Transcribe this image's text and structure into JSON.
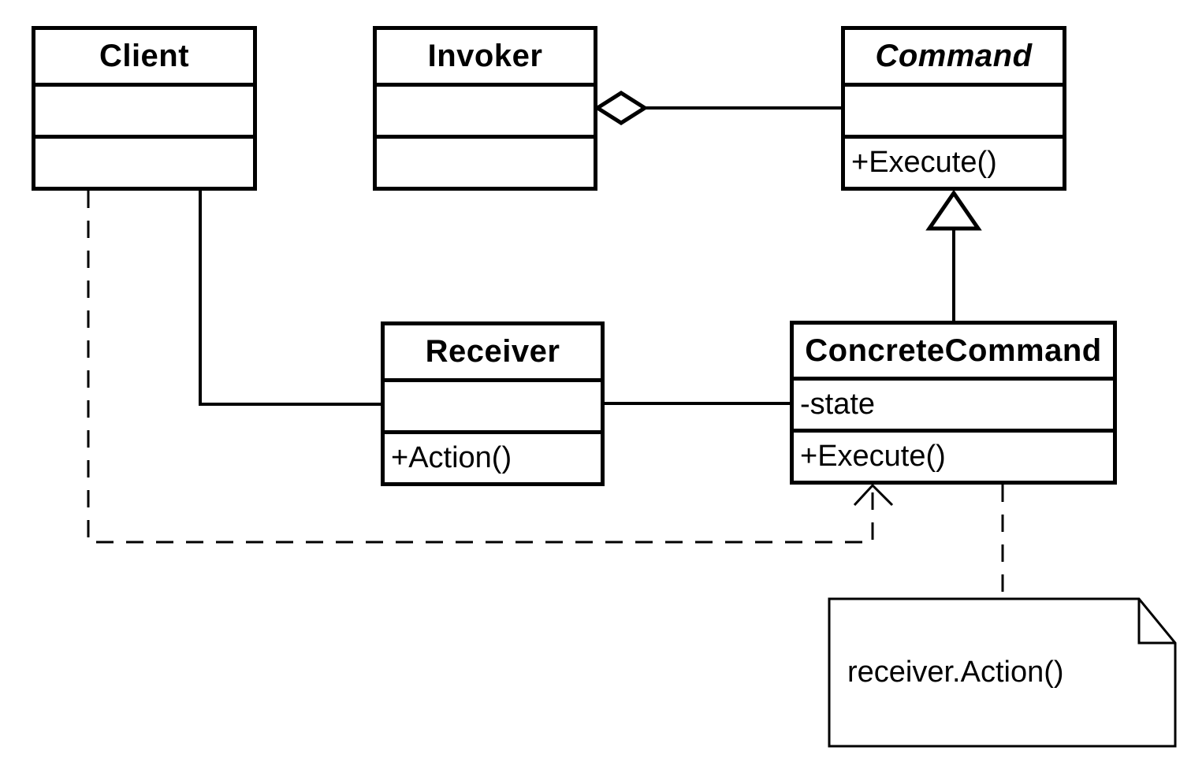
{
  "classes": {
    "client": {
      "name": "Client",
      "attributes": "",
      "operations": ""
    },
    "invoker": {
      "name": "Invoker",
      "attributes": "",
      "operations": ""
    },
    "command": {
      "name": "Command",
      "abstract": true,
      "attributes": "",
      "operations": "+Execute()"
    },
    "receiver": {
      "name": "Receiver",
      "attributes": "",
      "operations": "+Action()"
    },
    "concrete_command": {
      "name": "ConcreteCommand",
      "attributes": "-state",
      "operations": "+Execute()"
    }
  },
  "note": {
    "text": "receiver.Action()"
  },
  "relationships": [
    {
      "type": "aggregation",
      "from": "Invoker",
      "to": "Command"
    },
    {
      "type": "generalization",
      "from": "ConcreteCommand",
      "to": "Command"
    },
    {
      "type": "association",
      "from": "Client",
      "to": "Receiver"
    },
    {
      "type": "association",
      "from": "Receiver",
      "to": "ConcreteCommand"
    },
    {
      "type": "dependency",
      "from": "Client",
      "to": "ConcreteCommand"
    },
    {
      "type": "note-anchor",
      "from": "ConcreteCommand",
      "to": "receiver.Action() note"
    }
  ],
  "colors": {
    "line": "#000000",
    "background": "#ffffff"
  }
}
